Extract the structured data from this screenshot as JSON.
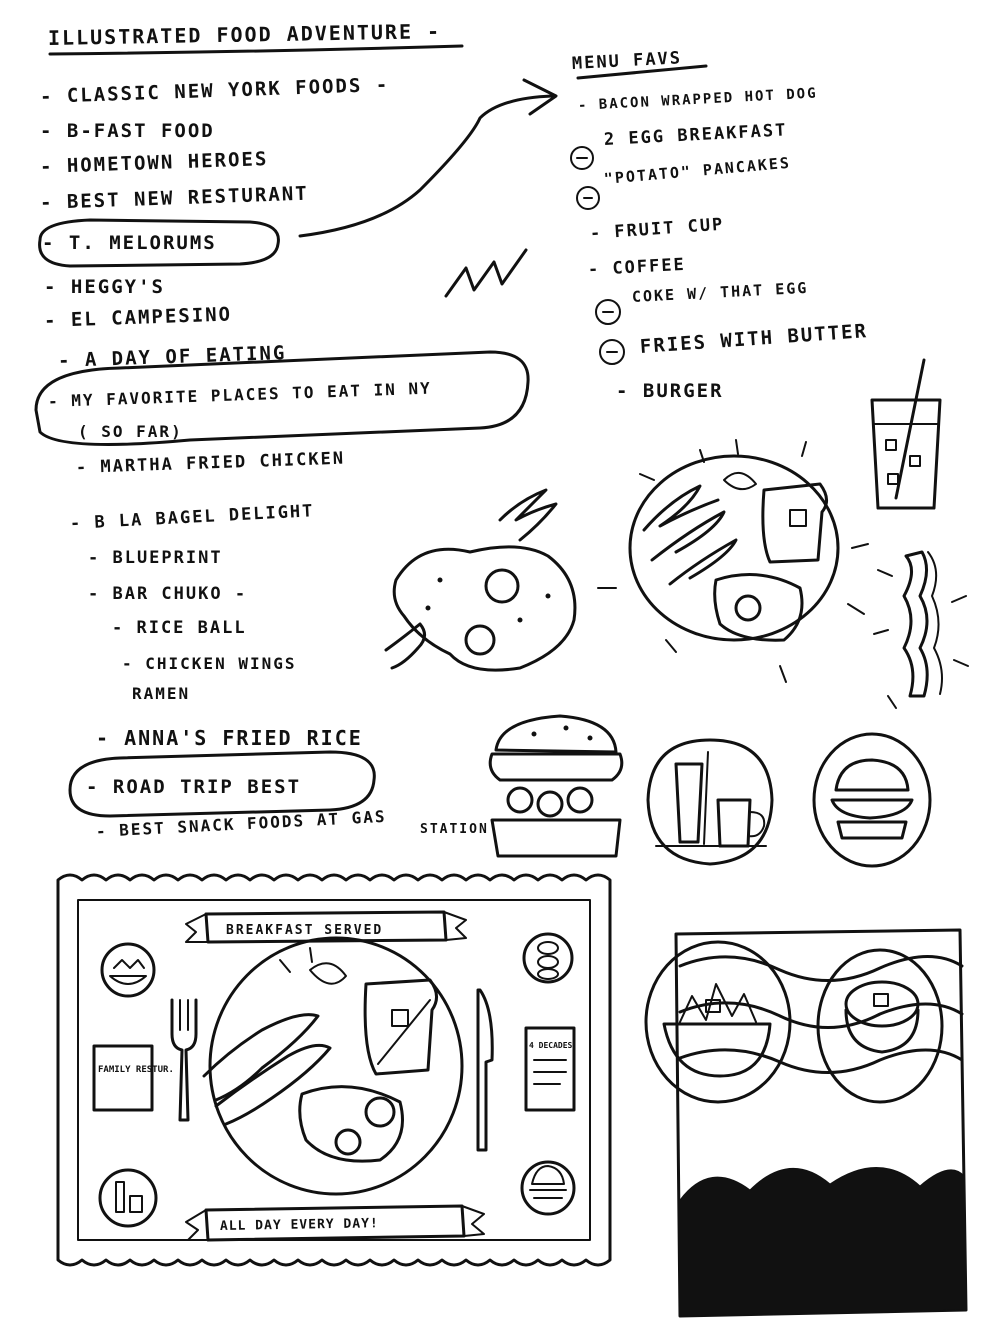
{
  "title": "ILLUSTRATED FOOD ADVENTURE -",
  "list": [
    "- CLASSIC NEW YORK FOODS -",
    "- B-FAST FOOD",
    "- HOMETOWN HEROES",
    "- BEST NEW RESTURANT",
    "- T. MELORUMS",
    "- HEGGY'S",
    "- EL CAMPESINO",
    "- A DAY OF EATING",
    "- MY FAVORITE PLACES TO EAT IN NY",
    "( SO FAR)",
    "- MARTHA FRIED CHICKEN",
    "- B LA BAGEL DELIGHT",
    "- BLUEPRINT",
    "- BAR CHUKO -",
    "- RICE BALL",
    "- CHICKEN WINGS",
    "RAMEN",
    "- ANNA'S FRIED RICE",
    "- ROAD TRIP BEST",
    "- BEST SNACK FOODS AT GAS",
    "STATION"
  ],
  "menu": {
    "title": "MENU FAVS",
    "items": [
      "- BACON WRAPPED HOT DOG",
      "2 EGG BREAKFAST",
      "\"POTATO\" PANCAKES",
      "- FRUIT CUP",
      "- COFFEE",
      "COKE W/ THAT EGG",
      "FRIES WITH BUTTER",
      "- BURGER"
    ]
  },
  "placemat": {
    "banner_top": "BREAKFAST SERVED",
    "banner_bottom": "ALL DAY EVERY DAY!",
    "sign_left": "FAMILY RESTUR.",
    "sign_right": "4 DECADES"
  },
  "icons": [
    "iced-drink-icon",
    "breakfast-plate-icon",
    "bacon-icon",
    "fried-egg-icon",
    "burger-icon",
    "coffee-icon",
    "salad-bowl-icon",
    "pancake-icon",
    "fork-icon",
    "knife-icon",
    "arrow-icon"
  ]
}
